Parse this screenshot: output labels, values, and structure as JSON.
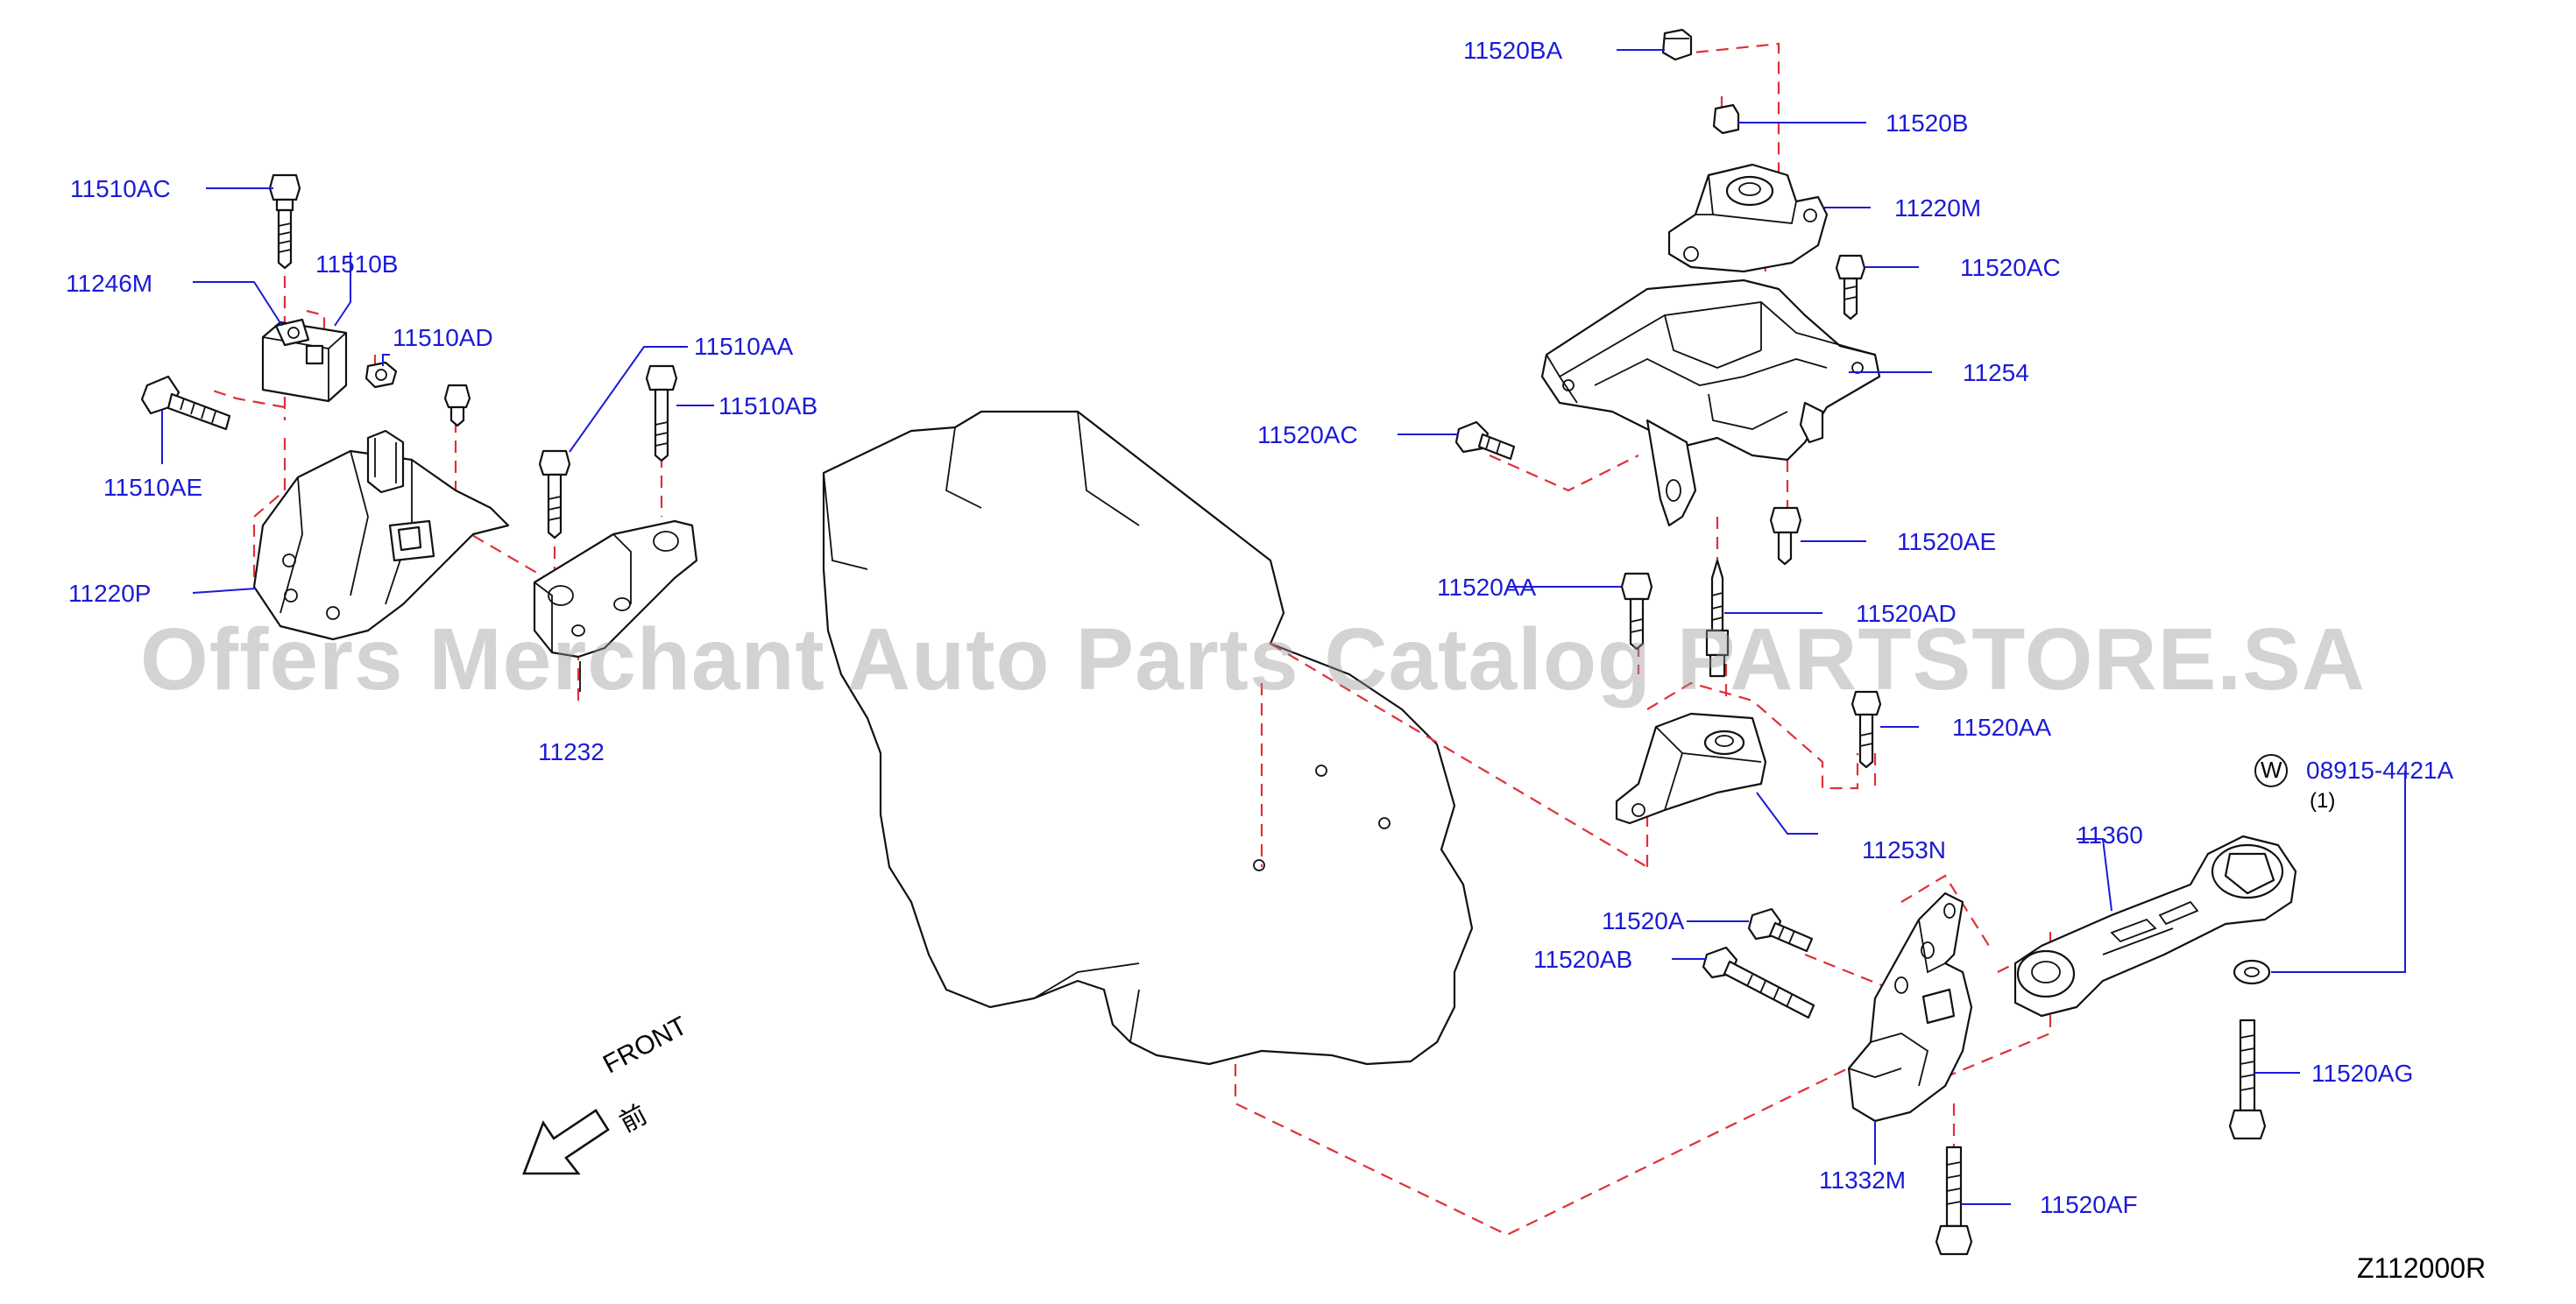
{
  "labels": {
    "p_11510AC": "11510AC",
    "p_11510B": "11510B",
    "p_11246M": "11246M",
    "p_11510AD": "11510AD",
    "p_11510AA": "11510AA",
    "p_11510AB": "11510AB",
    "p_11510AE": "11510AE",
    "p_11220P": "11220P",
    "p_11232": "11232",
    "p_11520BA": "11520BA",
    "p_11520B": "11520B",
    "p_11220M": "11220M",
    "p_11520AC_top": "11520AC",
    "p_11254": "11254",
    "p_11520AC_left": "11520AC",
    "p_11520AE": "11520AE",
    "p_11520AA_left": "11520AA",
    "p_11520AD": "11520AD",
    "p_11520AA_right": "11520AA",
    "p_08915": "08915-4421A",
    "qty_08915": "(1)",
    "p_11360": "11360",
    "p_11253N": "11253N",
    "p_11520A": "11520A",
    "p_11520AB": "11520AB",
    "p_11520AG": "11520AG",
    "p_11332M": "11332M",
    "p_11520AF": "11520AF"
  },
  "washer_symbol": "W",
  "front": {
    "text": "FRONT",
    "kanji": "前"
  },
  "diagram_code": "Z112000R",
  "watermark": "Offers Merchant Auto Parts Catalog PARTSTORE.SA",
  "colors": {
    "label": "#1b1bd6",
    "dash": "#e0303a",
    "line": "#111111"
  }
}
